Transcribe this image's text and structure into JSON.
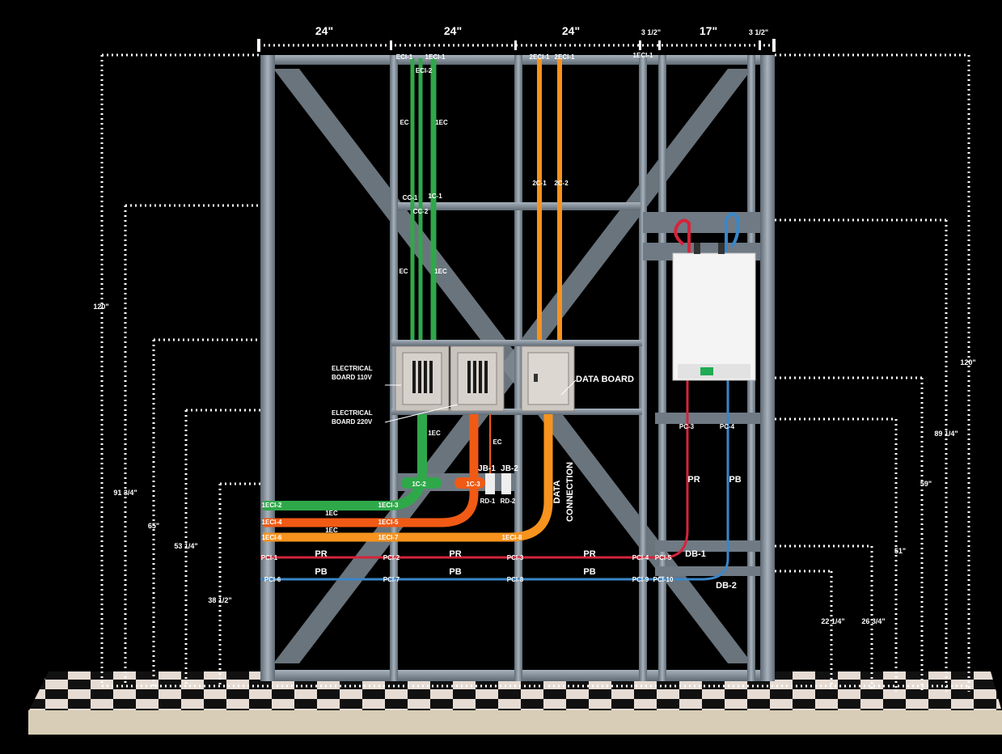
{
  "top_dimensions": [
    "24\"",
    "24\"",
    "24\"",
    "3 1/2\"",
    "17\"",
    "3 1/2\""
  ],
  "side_dimensions_left": [
    "120\"",
    "91 3/4\"",
    "65\"",
    "53 1/4\"",
    "38 1/2\""
  ],
  "side_dimensions_right": [
    "120\"",
    "89 1/4\"",
    "59\"",
    "51\"",
    "26 3/4\"",
    "22 1/4\""
  ],
  "boards": {
    "board_110": "ELECTRICAL\nBOARD 110V",
    "board_110_line1": "ELECTRICAL",
    "board_110_line2": "BOARD 110V",
    "board_220_line1": "ELECTRICAL",
    "board_220_line2": "BOARD 220V",
    "data_board": "DATA BOARD",
    "data_connection_line1": "DATA",
    "data_connection_line2": "CONNECTION"
  },
  "top_connections": {
    "eci1": "ECI-1",
    "one_eci1_a": "1ECI-1",
    "eci2": "ECI-2",
    "two_eci1_a": "2ECI-1",
    "two_eci1_b": "2ECI-1",
    "one_eci1_b": "1ECI-1"
  },
  "conduit_labels": {
    "ec_upper": "EC",
    "one_ec_upper": "1EC",
    "cc1": "CC-1",
    "one_c1": "1C-1",
    "cc2": "CC-2",
    "ec_lower": "EC",
    "one_ec_lower": "1EC",
    "two_c1": "2C-1",
    "two_c2": "2C-2",
    "one_ec_down": "1EC",
    "ec_red": "EC",
    "one_c2": "1C-2",
    "one_c3": "1C-3",
    "jb1": "JB-1",
    "jb2": "JB-2",
    "rd1": "RD-1",
    "rd2": "RD-2"
  },
  "horizontal_labels": {
    "eci2": "1ECI-2",
    "eci3": "1ECI-3",
    "ec_a": "1EC",
    "eci4": "1ECI-4",
    "eci5": "1ECI-5",
    "ec_b": "1EC",
    "eci6": "1ECI-6",
    "eci7": "1ECI-7",
    "eci8": "1ECI-8"
  },
  "pipe_labels": {
    "pci1": "PCI-1",
    "pci2": "PCI-2",
    "pci3": "PCI-3",
    "pci4": "PCI-4",
    "pci5": "PCI-5",
    "pci6": "PCI-6",
    "pci7": "PCI-7",
    "pci8": "PCI-8",
    "pci9": "PCI-9",
    "pci10": "PCI-10",
    "pr1": "PR",
    "pr2": "PR",
    "pr3": "PR",
    "pb1": "PB",
    "pb2": "PB",
    "pb3": "PB",
    "pr_vert": "PR",
    "pb_vert": "PB",
    "pc3": "PC-3",
    "pc4": "PC-4",
    "db1": "DB-1",
    "db2": "DB-2"
  },
  "colors": {
    "background": "#000000",
    "frame": "#8a96a3",
    "frame_dark": "#5c6670",
    "green": "#2fa84a",
    "orange_red": "#f05a14",
    "orange": "#f7931e",
    "pipe_red": "#d4243a",
    "pipe_blue": "#3a86c8",
    "dimension": "#ffffff"
  }
}
